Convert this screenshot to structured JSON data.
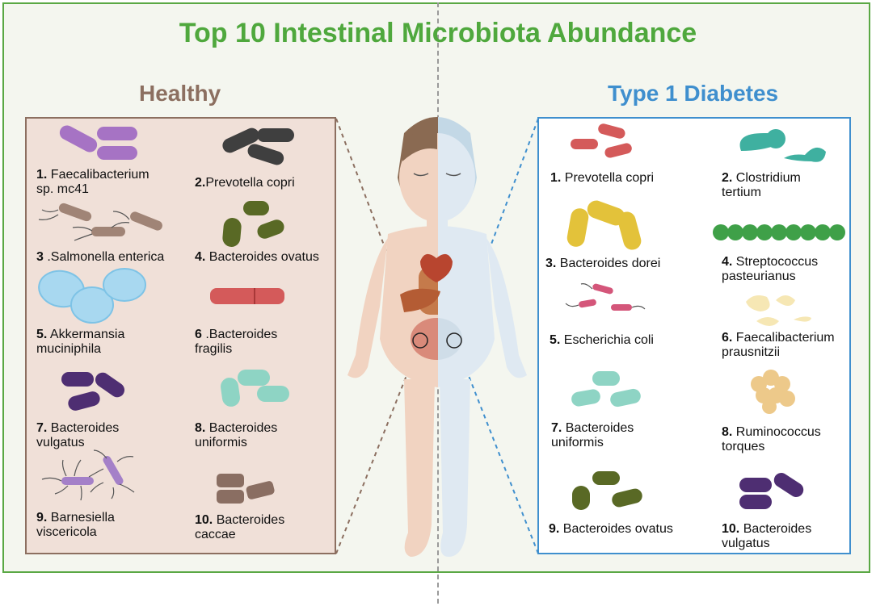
{
  "title": "Top 10 Intestinal Microbiota Abundance",
  "colors": {
    "title": "#4fa83d",
    "healthy": "#8c6f60",
    "t1d": "#3f8fce",
    "frame": "#5aa844",
    "healthy_bg": "#f0e0d8",
    "t1d_bg": "#ffffff"
  },
  "healthy": {
    "heading": "Healthy",
    "items": [
      {
        "num": "1.",
        "name1": "Faecalibacterium",
        "name2": "sp. mc41"
      },
      {
        "num": "2.",
        "name1": "Prevotella copri",
        "name2": ""
      },
      {
        "num": "3",
        "name1": ".Salmonella enterica",
        "name2": ""
      },
      {
        "num": "4.",
        "name1": "Bacteroides ovatus",
        "name2": ""
      },
      {
        "num": "5.",
        "name1": "Akkermansia",
        "name2": "muciniphila"
      },
      {
        "num": "6",
        "name1": ".Bacteroides",
        "name2": "fragilis"
      },
      {
        "num": "7.",
        "name1": "Bacteroides",
        "name2": "vulgatus"
      },
      {
        "num": "8.",
        "name1": "Bacteroides",
        "name2": "uniformis"
      },
      {
        "num": "9.",
        "name1": "Barnesiella",
        "name2": "viscericola"
      },
      {
        "num": "10.",
        "name1": "Bacteroides",
        "name2": "caccae"
      }
    ]
  },
  "t1d": {
    "heading": "Type 1 Diabetes",
    "items": [
      {
        "num": "1.",
        "name1": "Prevotella copri",
        "name2": ""
      },
      {
        "num": "2.",
        "name1": "Clostridium",
        "name2": "tertium"
      },
      {
        "num": "3.",
        "name1": "Bacteroides dorei",
        "name2": ""
      },
      {
        "num": "4.",
        "name1": "Streptococcus",
        "name2": "pasteurianus"
      },
      {
        "num": "5.",
        "name1": "Escherichia coli",
        "name2": ""
      },
      {
        "num": "6.",
        "name1": "Faecalibacterium",
        "name2": "prausnitzii"
      },
      {
        "num": "7.",
        "name1": "Bacteroides",
        "name2": "uniformis"
      },
      {
        "num": "8.",
        "name1": "Ruminococcus",
        "name2": "torques"
      },
      {
        "num": "9.",
        "name1": "Bacteroides ovatus",
        "name2": ""
      },
      {
        "num": "10.",
        "name1": "Bacteroides",
        "name2": "vulgatus"
      }
    ]
  }
}
